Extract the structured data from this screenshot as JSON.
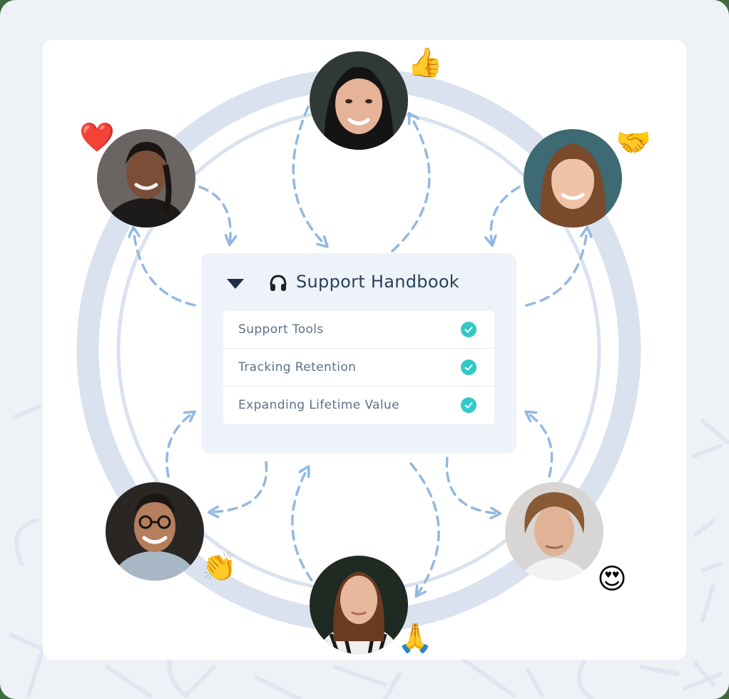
{
  "panel": {
    "title": "Support Handbook",
    "collapse_icon": "caret-down-icon",
    "header_icon": "headphones-icon",
    "items": [
      {
        "label": "Support Tools",
        "status": "complete",
        "icon": "check-circle-icon"
      },
      {
        "label": "Tracking Retention",
        "status": "complete",
        "icon": "check-circle-icon"
      },
      {
        "label": "Expanding Lifetime Value",
        "status": "complete",
        "icon": "check-circle-icon"
      }
    ]
  },
  "participants": [
    {
      "position": "top",
      "reaction": "👍",
      "reaction_name": "thumbs-up"
    },
    {
      "position": "top-left",
      "reaction": "❤️",
      "reaction_name": "red-heart"
    },
    {
      "position": "top-right",
      "reaction": "🤝",
      "reaction_name": "handshake"
    },
    {
      "position": "bottom-left",
      "reaction": "👏",
      "reaction_name": "clapping-hands"
    },
    {
      "position": "bottom-right",
      "reaction": "😍",
      "reaction_name": "heart-eyes"
    },
    {
      "position": "bottom",
      "reaction": "🙏",
      "reaction_name": "folded-hands"
    }
  ],
  "colors": {
    "background": "#eef2f7",
    "card": "#ffffff",
    "ring": "#d9e2ee",
    "arrow": "#93b8e0",
    "panel": "#eef3f9",
    "title": "#2a3f5a",
    "item_text": "#5e7089",
    "check": "#33c8c8"
  }
}
